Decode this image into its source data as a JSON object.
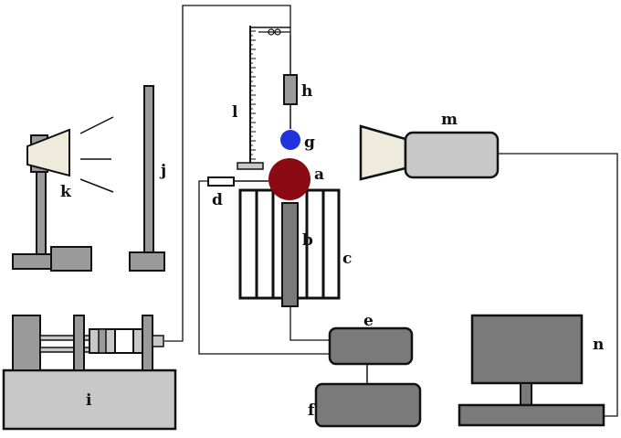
{
  "labels": {
    "a": "a",
    "b": "b",
    "c": "c",
    "d": "d",
    "e": "e",
    "f": "f",
    "g": "g",
    "h": "h",
    "i": "i",
    "j": "j",
    "k": "k",
    "l": "l",
    "m": "m",
    "n": "n"
  },
  "colors": {
    "droplet_large": "#8b0a13",
    "droplet_small": "#2233dd",
    "light_gray": "#c8c8c8",
    "mid_gray": "#9a9a9a",
    "dark_gray": "#7a7a7a",
    "lens_cream": "#efebdc"
  }
}
